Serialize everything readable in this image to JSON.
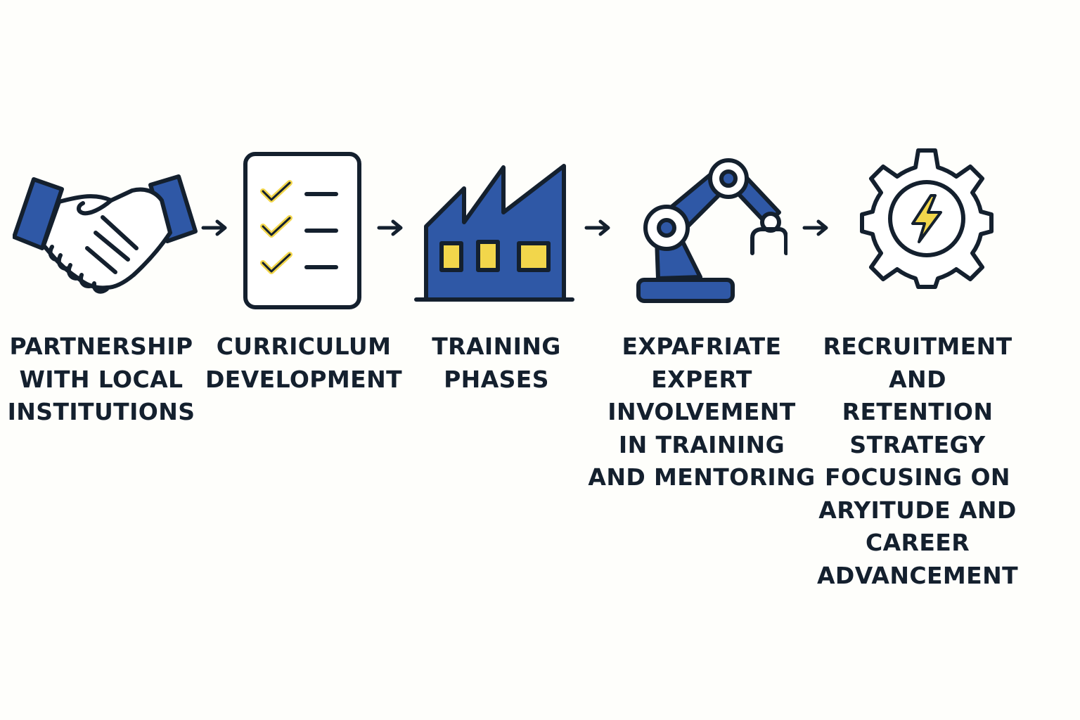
{
  "colors": {
    "blue": "#2f58a6",
    "yellow": "#f2d64b",
    "outline": "#14202e",
    "background": "#fefefb",
    "white": "#ffffff"
  },
  "steps": [
    {
      "icon": "handshake-icon",
      "label": "PARTNERSHIP\nWITH LOCAL\nINSTITUTIONS"
    },
    {
      "icon": "checklist-icon",
      "label": "CURRICULUM\nDEVELOPMENT"
    },
    {
      "icon": "factory-icon",
      "label": "TRAINING\nPHASES"
    },
    {
      "icon": "robotic-arm-icon",
      "label": "EXPAFRIATE\nEXPERT\nINVOLVEMENT\nIN TRAINING\nAND MENTORING"
    },
    {
      "icon": "gear-lightning-icon",
      "label": "RECRUITMENT\nAND RETENTION\nSTRATEGY\nFOCUSING ON\nARYITUDE AND\nCAREER\nADVANCEMENT"
    }
  ],
  "connectors": [
    "arrow-right-icon",
    "arrow-right-icon",
    "arrow-right-icon",
    "arrow-right-icon"
  ]
}
